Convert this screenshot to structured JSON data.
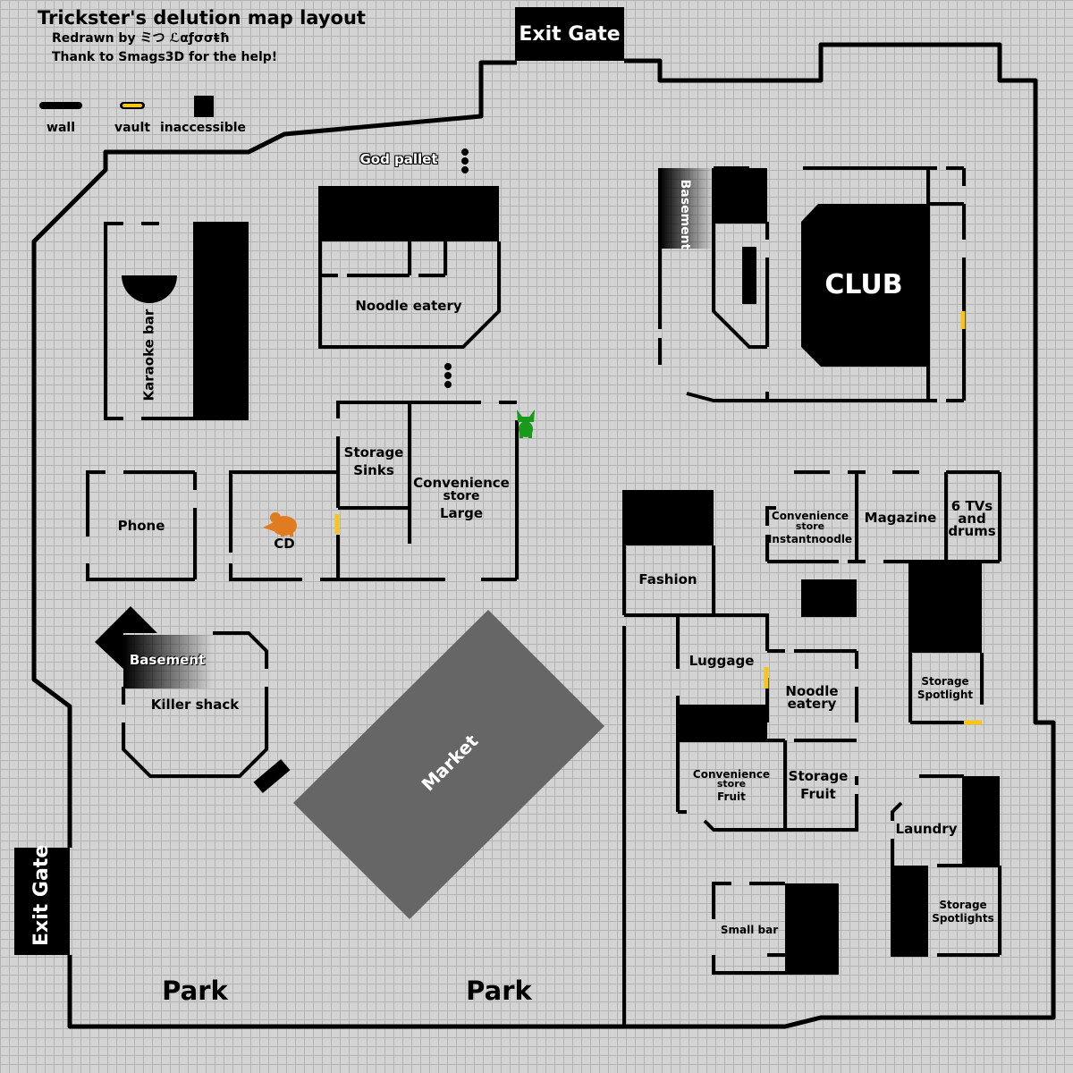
{
  "header": {
    "title": "Trickster's delution map layout",
    "credit_line": "Redrawn by ミつ ℒαƒσσŧħ",
    "thanks_line": "Thank to Smags3D for the help!"
  },
  "legend": [
    {
      "label": "wall",
      "color": "#000000"
    },
    {
      "label": "vault",
      "color": "#f5c518"
    },
    {
      "label": "inaccessible",
      "color": "#000000"
    }
  ],
  "exits": {
    "top": "Exit Gate",
    "left": "Exit Gate"
  },
  "labels": {
    "god_pallet": "God pallet",
    "karaoke_bar": "Karaoke bar",
    "noodle_eatery_top": "Noodle eatery",
    "storage_sinks_1": "Storage",
    "storage_sinks_2": "Sinks",
    "convenience_large_1": "Convenience",
    "convenience_large_2": "store",
    "convenience_large_3": "Large",
    "phone": "Phone",
    "cd": "CD",
    "basement_left": "Basement",
    "killer_shack": "Killer shack",
    "market": "Market",
    "park_left": "Park",
    "park_right": "Park",
    "basement_club": "Basement",
    "club": "CLUB",
    "conv_instant_1": "Convenience",
    "conv_instant_2": "store",
    "conv_instant_3": "Instantnoodle",
    "magazine": "Magazine",
    "tvs_1": "6 TVs",
    "tvs_2": "and",
    "tvs_3": "drums",
    "fashion": "Fashion",
    "luggage": "Luggage",
    "noodle_eatery_right_1": "Noodle",
    "noodle_eatery_right_2": "eatery",
    "storage_spotlight_1": "Storage",
    "storage_spotlight_2": "Spotlight",
    "conv_fruit_1": "Convenience",
    "conv_fruit_2": "store",
    "conv_fruit_3": "Fruit",
    "storage_fruit_1": "Storage",
    "storage_fruit_2": "Fruit",
    "laundry": "Laundry",
    "storage_spotlights_1": "Storage",
    "storage_spotlights_2": "Spotlights",
    "small_bar": "Small bar"
  },
  "colors": {
    "background": "#d3d3d3",
    "wall": "#000000",
    "vault": "#f5c518",
    "market": "#666666",
    "killer_icon": "#e07b20",
    "survivor_icon": "#1a9a1a"
  },
  "icons": {
    "killer": "hound-icon",
    "survivor": "cat-icon"
  }
}
